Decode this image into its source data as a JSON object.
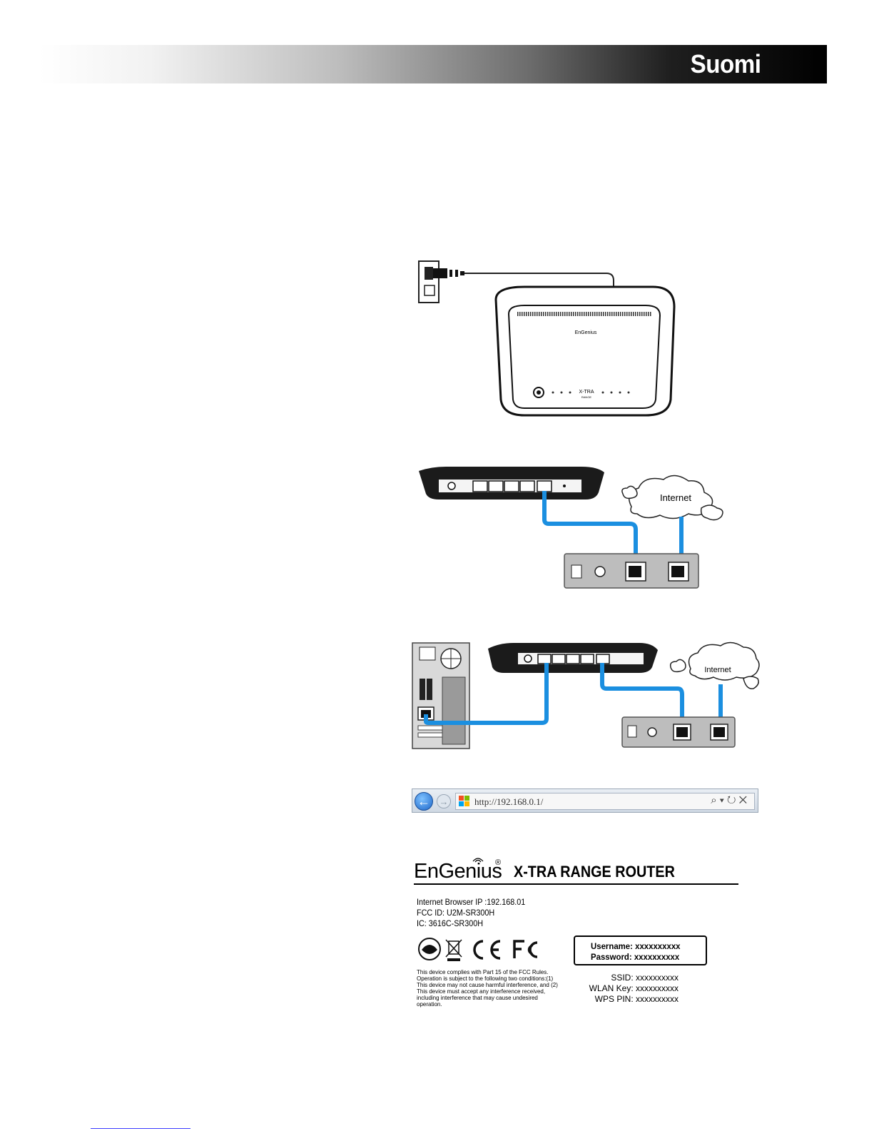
{
  "header": {
    "language": "Suomi"
  },
  "figures": {
    "cloud_label": "Internet",
    "router_brand": "EnGenius",
    "router_model": "X-TRA",
    "router_model_sub": "RANGE"
  },
  "browser": {
    "url": "http://192.168.0.1/"
  },
  "label": {
    "brand": "EnGenius",
    "registered": "®",
    "product": "X-TRA RANGE ROUTER",
    "browser_ip": "Internet Browser IP :192.168.01",
    "fcc_id": "FCC ID: U2M-SR300H",
    "ic": "IC: 3616C-SR300H",
    "fcc_statement": "This device complies with Part 15 of the FCC Rules. Operation is subject to the following two conditions:(1) This device may not cause harmful interference, and (2) This device must accept any interference received, including interference that may cause undesired operation.",
    "username_label": "Username:",
    "username_value": "xxxxxxxxxx",
    "password_label": "Password:",
    "password_value": "xxxxxxxxxx",
    "ssid": "SSID: xxxxxxxxxx",
    "wlan_key": "WLAN Key: xxxxxxxxxx",
    "wps_pin": "WPS PIN: xxxxxxxxxx"
  }
}
